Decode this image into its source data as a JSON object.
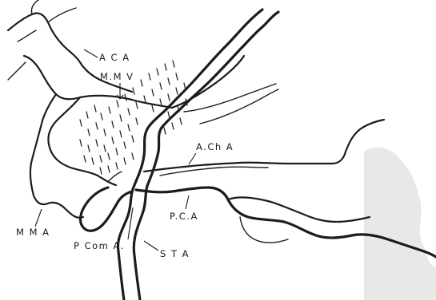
{
  "labels": {
    "aca": "A C A",
    "mmv": "M.M V",
    "ach_a": "A.Ch A",
    "pc_a": "P.C.A",
    "mma": "M M A",
    "pcom_a": "P Com A.",
    "sta": "S T A"
  }
}
